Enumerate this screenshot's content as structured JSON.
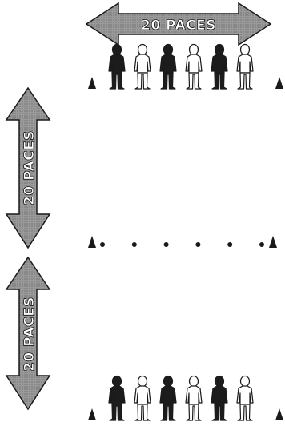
{
  "arrows": {
    "top_label": "20 PACES",
    "upper_side_label": "20 PACES",
    "lower_side_label": "20 PACES"
  },
  "rows": {
    "top_line": [
      "dark",
      "light",
      "dark",
      "light",
      "dark",
      "light"
    ],
    "bottom_line": [
      "dark",
      "light",
      "dark",
      "light",
      "dark",
      "light"
    ],
    "middle_dots": 6
  },
  "colors": {
    "arrow_fill": "#8a8a8a",
    "arrow_stroke": "#1a1a1a",
    "dark_figure": "#1c1c1c",
    "light_figure": "#ffffff",
    "cone": "#1a1a1a"
  },
  "icons": {
    "figure": "person-icon",
    "cone": "cone-icon",
    "dot": "marker-dot-icon"
  }
}
